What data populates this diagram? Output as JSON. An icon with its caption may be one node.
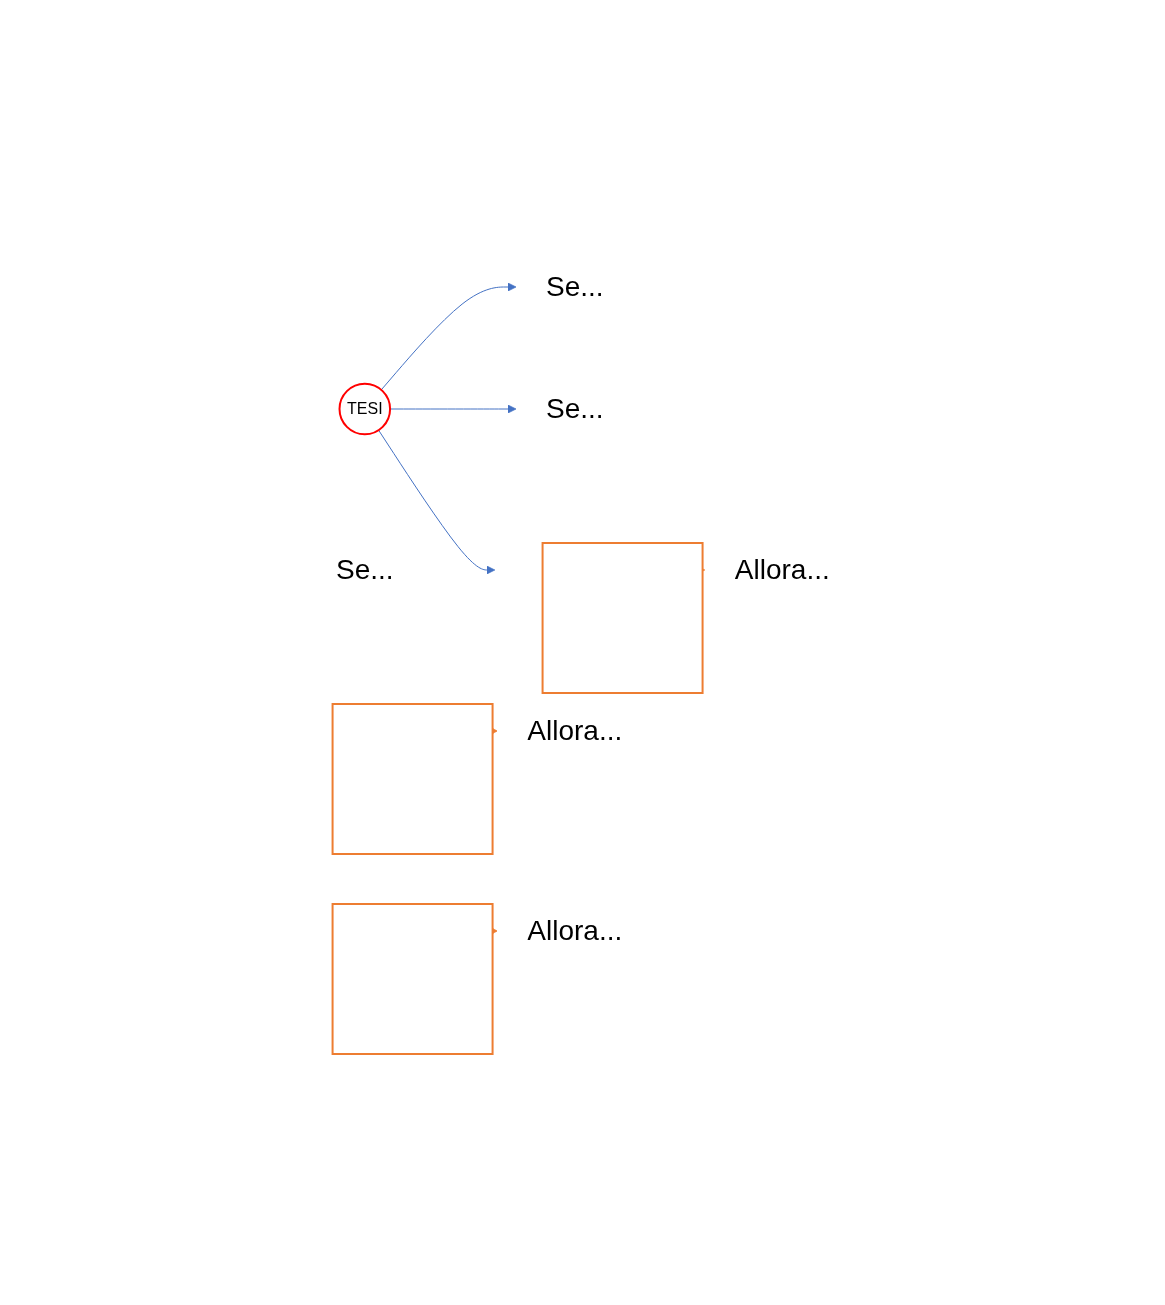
{
  "diagram": {
    "nodes": [
      {
        "text": [
          "TESI"
        ]
      },
      {
        "text": [
          "Se..."
        ]
      },
      {
        "text": [
          "Se..."
        ]
      },
      {
        "text": [
          "Se..."
        ]
      },
      {
        "text": [],
        "shape": "box"
      },
      {
        "text": [],
        "shape": "box"
      },
      {
        "text": [],
        "shape": "box"
      },
      {
        "text": [
          "Allora..."
        ]
      },
      {
        "text": [
          "Allora..."
        ]
      },
      {
        "text": [
          "Allora..."
        ]
      }
    ],
    "edges": [
      {
        "from": 0,
        "to": 1,
        "arrow": "to",
        "color": "#4472c4"
      },
      {
        "from": 0,
        "to": 5,
        "arrow": "to",
        "color": "#4472c4"
      },
      {
        "from": 0,
        "to": 3,
        "arrow": "to",
        "color": "#4472c4"
      },
      {
        "from": 4,
        "to": 7,
        "arrow": "to",
        "style": "thick",
        "color": "#ed7d31"
      },
      {
        "from": 5,
        "to": 8,
        "arrow": "to",
        "style": "thick",
        "color": "#ed7d31"
      },
      {
        "from": 6,
        "to": 9,
        "arrow": "to",
        "style": "thick",
        "color": "#ed7d31"
      }
    ]
  }
}
